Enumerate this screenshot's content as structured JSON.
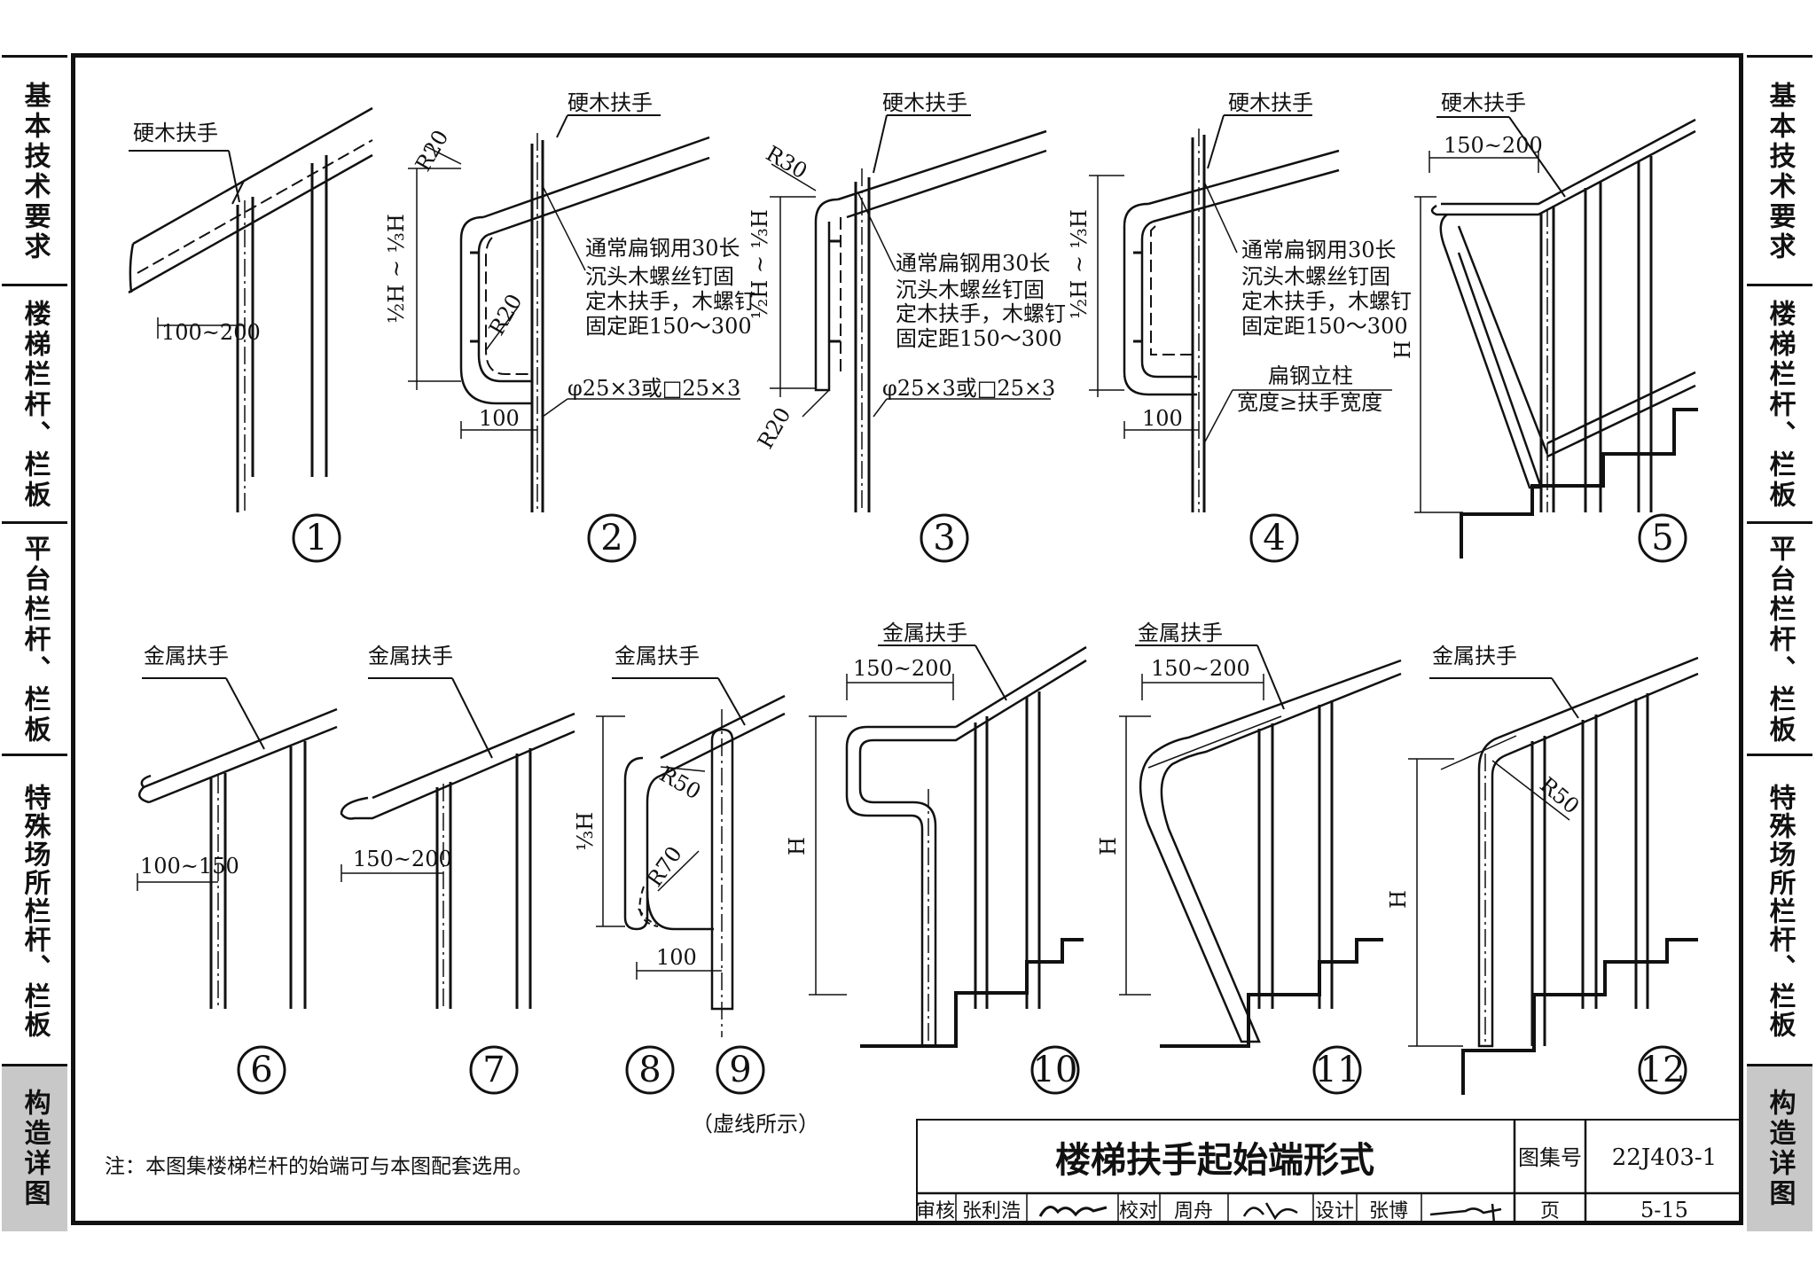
{
  "side_tabs": [
    {
      "label": "基本技术要求",
      "active": false
    },
    {
      "label": "楼梯栏杆、栏板",
      "active": false
    },
    {
      "label": "平台栏杆、栏板",
      "active": false
    },
    {
      "label": "特殊场所栏杆、栏板",
      "active": false
    },
    {
      "label": "构造详图",
      "active": true
    }
  ],
  "details": {
    "hardwood_handrail": "硬木扶手",
    "metal_handrail": "金属扶手",
    "dim_100_200": "100~200",
    "dim_100_150": "100~150",
    "dim_150_200": "150~200",
    "dim_100": "100",
    "r20": "R20",
    "r30": "R30",
    "r50": "R50",
    "r70": "R70",
    "h_half_third": "½H ~ ⅓H",
    "h_third": "⅓H",
    "h": "H",
    "screw_note_1": "通常扁钢用30长",
    "screw_note_2": "沉头木螺丝钉固",
    "screw_note_3": "定木扶手，木螺钉",
    "screw_note_4": "固定距150～300",
    "post_spec": "φ25×3或□25×3",
    "flat_steel_post_1": "扁钢立柱",
    "flat_steel_post_2": "宽度≥扶手宽度",
    "dashed_note": "（虚线所示）",
    "numbers": [
      "1",
      "2",
      "3",
      "4",
      "5",
      "6",
      "7",
      "8",
      "9",
      "10",
      "11",
      "12"
    ]
  },
  "note": "注：本图集楼梯栏杆的始端可与本图配套选用。",
  "title_block": {
    "title": "楼梯扶手起始端形式",
    "atlas_label": "图集号",
    "atlas_no": "22J403-1",
    "review_label": "审核",
    "reviewer": "张利浩",
    "check_label": "校对",
    "checker": "周舟",
    "design_label": "设计",
    "designer": "张博",
    "page_label": "页",
    "page_no": "5-15"
  }
}
